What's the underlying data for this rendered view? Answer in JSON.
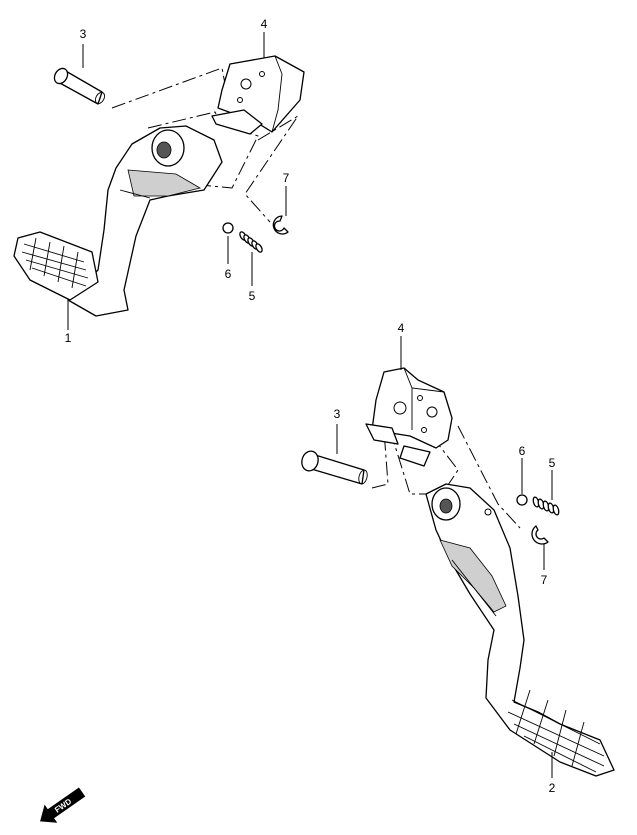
{
  "callouts": {
    "upper": {
      "pedal": "1",
      "pin": "3",
      "bracket": "4",
      "spring": "5",
      "ball": "6",
      "clip": "7"
    },
    "lower": {
      "pedal": "2",
      "pin": "3",
      "bracket": "4",
      "spring": "5",
      "ball": "6",
      "clip": "7"
    }
  },
  "direction_badge": {
    "label": "FWD"
  }
}
